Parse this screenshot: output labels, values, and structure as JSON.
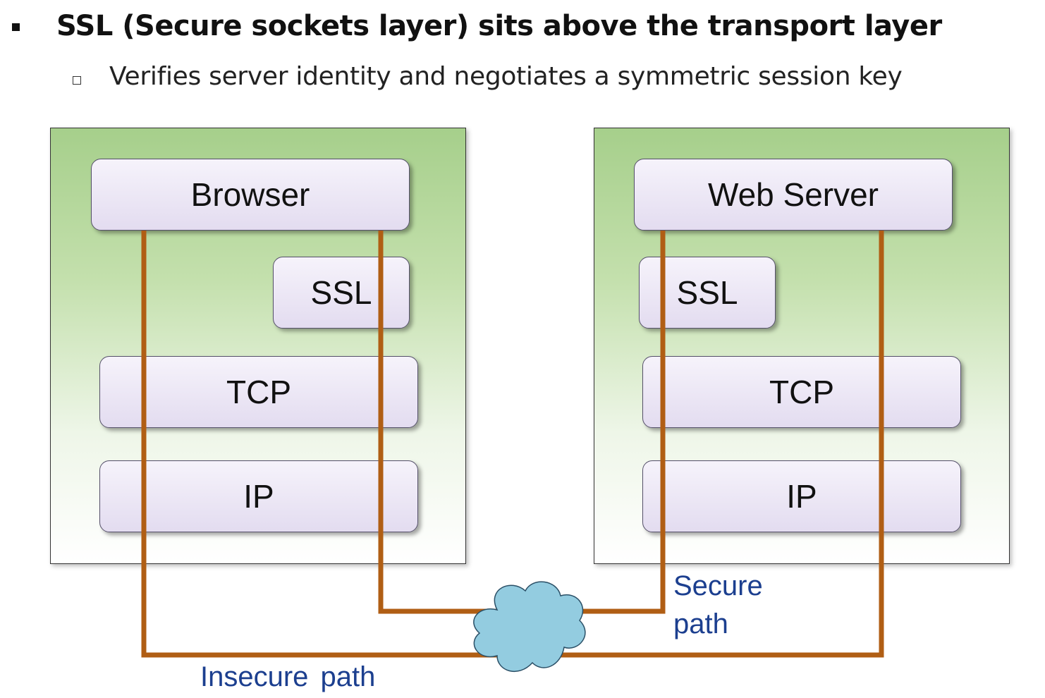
{
  "slide": {
    "title": "SSL (Secure sockets layer) sits above the transport layer",
    "subtitle": "Verifies server identity and negotiates a symmetric session key"
  },
  "client": {
    "app": "Browser",
    "ssl": "SSL",
    "tcp": "TCP",
    "ip": "IP"
  },
  "server": {
    "app": "Web Server",
    "ssl": "SSL",
    "tcp": "TCP",
    "ip": "IP"
  },
  "labels": {
    "secure_line1": "Secure",
    "secure_line2": "path",
    "insecure": "Insecure path"
  },
  "colors": {
    "path_line": "#b05e14",
    "cloud_fill": "#93cce0",
    "label_text": "#1c3f8f"
  }
}
